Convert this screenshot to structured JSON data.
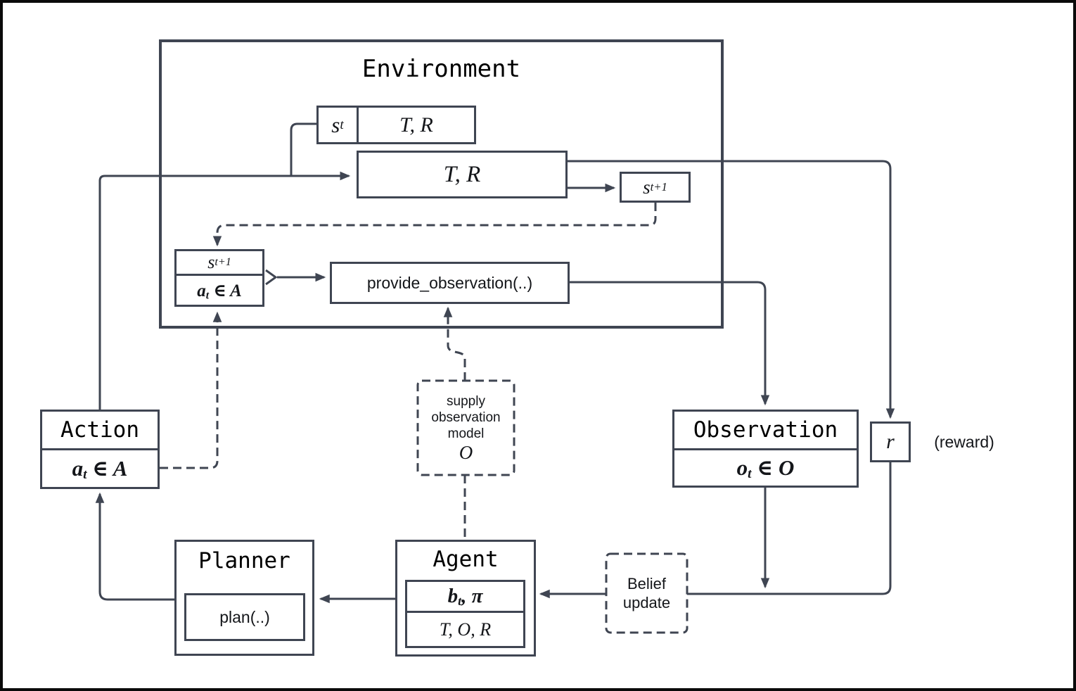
{
  "colors": {
    "line": "#3f4552",
    "text": "#14161a",
    "frame": "#0a0a0a",
    "bg": "#ffffff"
  },
  "environment": {
    "title": "Environment"
  },
  "state_model_box": {
    "state_base": "s",
    "state_sub": "t",
    "models": "T, R"
  },
  "transition_box": {
    "label": "T, R"
  },
  "next_state_box": {
    "base": "s",
    "sub": "t+1"
  },
  "state_action_box": {
    "row1_base": "s",
    "row1_sub": "t+1",
    "row2_base": "a",
    "row2_sub": "t",
    "row2_rest": " ∈ A"
  },
  "provide_observation_box": {
    "label": "provide_observation(..)"
  },
  "supply_observation_note": {
    "line1": "supply",
    "line2": "observation",
    "line3": "model",
    "symbol": "O"
  },
  "action": {
    "title": "Action",
    "value_base": "a",
    "value_sub": "t",
    "value_rest": " ∈ A"
  },
  "observation": {
    "title": "Observation",
    "value_base": "o",
    "value_sub": "t",
    "value_rest": " ∈ O"
  },
  "reward": {
    "symbol": "r",
    "caption": "(reward)"
  },
  "planner": {
    "title": "Planner",
    "method": "plan(..)"
  },
  "agent": {
    "title": "Agent",
    "belief_base": "b",
    "belief_sub": "t",
    "belief_rest": ", π",
    "models": "T, O, R"
  },
  "belief_update_note": {
    "line1": "Belief",
    "line2": "update"
  }
}
